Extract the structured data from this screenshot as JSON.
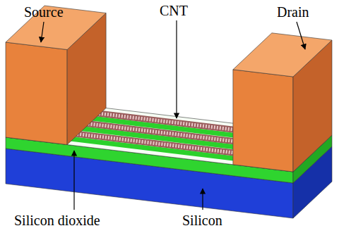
{
  "diagram": {
    "labels": [
      "Source",
      "CNT",
      "Drain",
      "Silicon dioxide",
      "Silicon"
    ]
  }
}
